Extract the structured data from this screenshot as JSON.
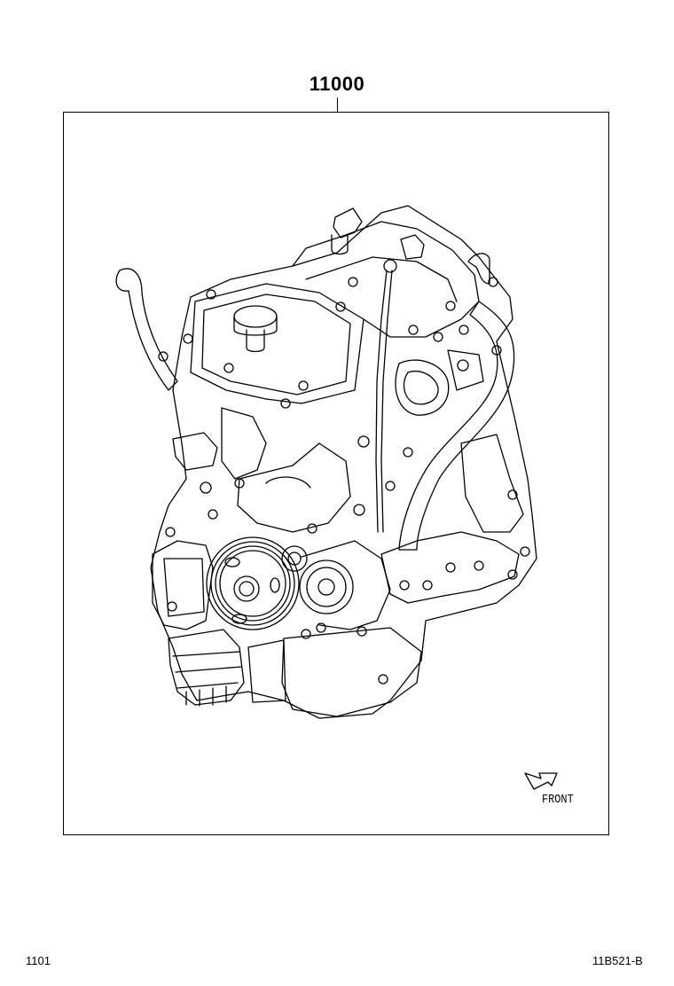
{
  "diagram": {
    "part_number": "11000",
    "front_label": "FRONT",
    "footer_left": "1101",
    "footer_right": "11B521-B",
    "icons": [
      "engine-assembly-illustration",
      "front-arrow-icon"
    ]
  }
}
